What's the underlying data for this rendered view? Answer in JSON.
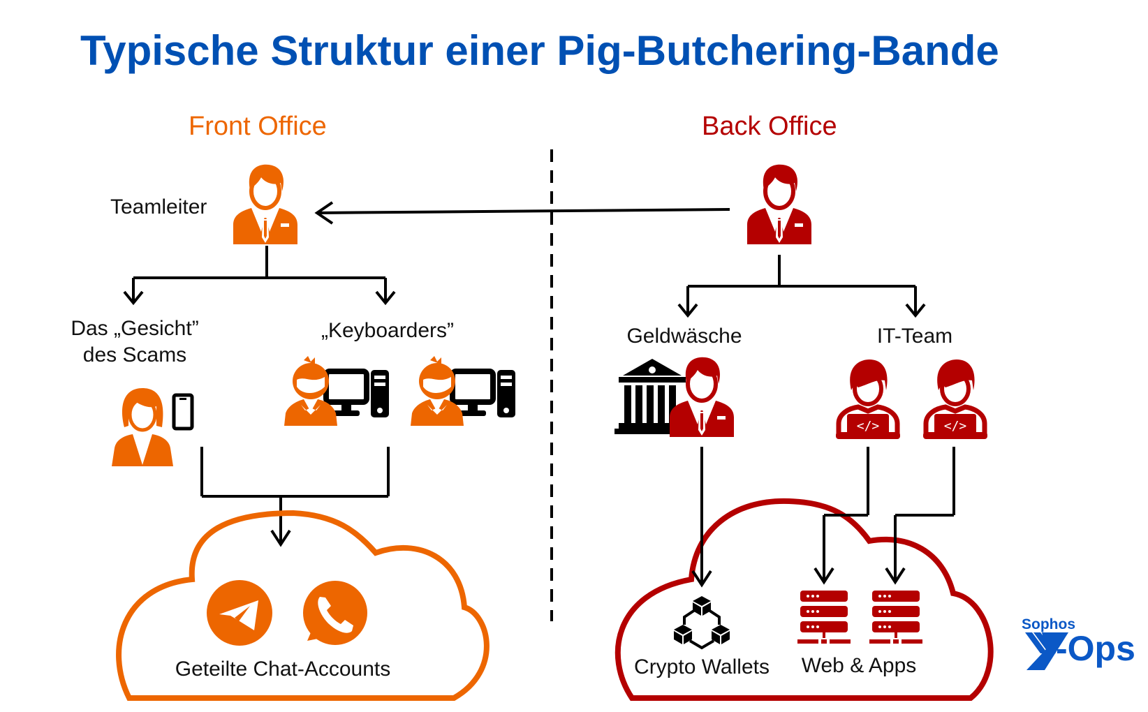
{
  "title": "Typische Struktur einer Pig-Butchering-Bande",
  "colors": {
    "title": "#0050b3",
    "front_office": "#ed6600",
    "back_office": "#b40000",
    "lines": "#000000",
    "logo": "#0b58c6"
  },
  "front_office": {
    "heading": "Front Office",
    "team_leader": {
      "label": "Teamleiter",
      "icon": "businessman-icon"
    },
    "face": {
      "label_line1": "Das „Gesicht”",
      "label_line2": "des Scams",
      "icons": [
        "woman-icon",
        "smartphone-icon"
      ]
    },
    "keyboarders": {
      "label": "„Keyboarders”",
      "icons": [
        "worker-computer-icon",
        "worker-computer-icon"
      ]
    },
    "cloud": {
      "label": "Geteilte Chat-Accounts",
      "icons": [
        "telegram-icon",
        "whatsapp-icon"
      ]
    }
  },
  "back_office": {
    "heading": "Back Office",
    "boss": {
      "icon": "businessman-icon"
    },
    "laundering": {
      "label": "Geldwäsche",
      "icons": [
        "bank-icon",
        "businessman-icon"
      ]
    },
    "it_team": {
      "label": "IT-Team",
      "icons": [
        "developer-icon",
        "developer-icon"
      ]
    },
    "cloud": {
      "items": [
        {
          "label": "Crypto Wallets",
          "icon": "blockchain-icon"
        },
        {
          "label": "Web & Apps",
          "icon": "server-icon"
        }
      ]
    }
  },
  "logo": {
    "top": "Sophos",
    "main": "X-Ops"
  }
}
